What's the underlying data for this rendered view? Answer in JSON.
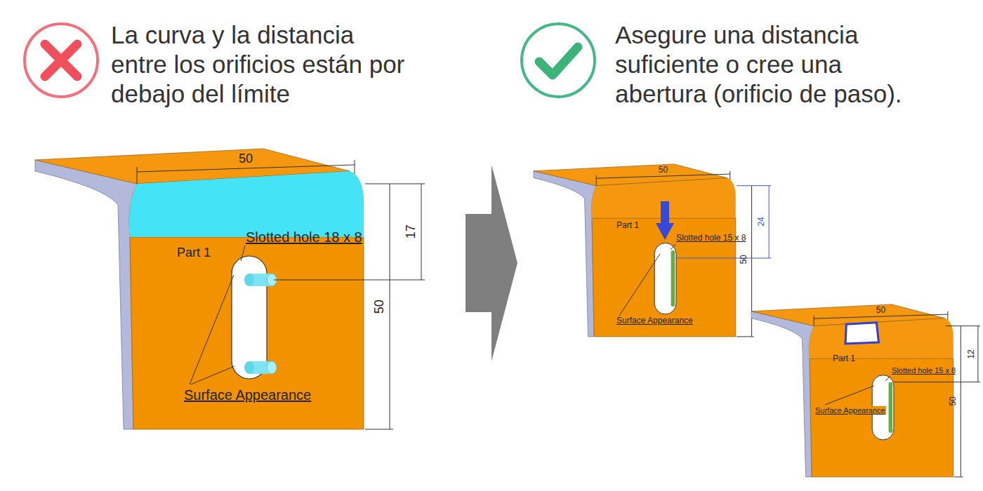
{
  "diagram": {
    "labels": [
      "La curva y la distancia entre los orificios están por debajo del límite",
      "Asegure una distancia suficiente o cree una abertura (orificio de paso).",
      "50",
      "17",
      "50",
      "Part 1",
      "Slotted hole 18 x 8",
      "Surface Appearance",
      "50",
      "24",
      "50",
      "Part 1",
      "Slotted hole 15 x 8",
      "Surface Appearance",
      "50",
      "12",
      "50",
      "Part 1",
      "Slotted hole 15 x 8",
      "Surface Appearance"
    ]
  }
}
